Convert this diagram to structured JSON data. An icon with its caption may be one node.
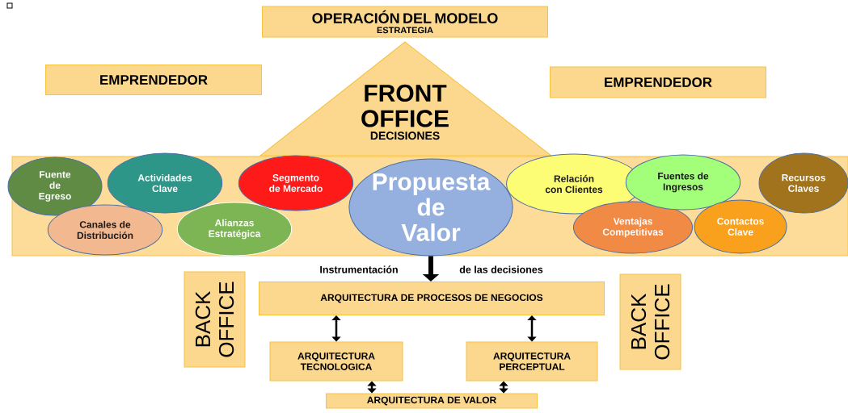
{
  "diagram": {
    "nodes": [
      {
        "text": [
          "OPERACIÓN DEL MODELO",
          "ESTRATEGIA"
        ]
      },
      {
        "text": [
          "EMPRENDEDOR"
        ]
      },
      {
        "text": [
          "EMPRENDEDOR"
        ]
      },
      {
        "text": [
          "FRONT OFFICE",
          "DECISIONES"
        ]
      },
      {
        "text": [],
        "shape": "box"
      },
      {
        "text": [
          "Fuente de Egreso"
        ],
        "in": 4
      },
      {
        "text": [
          "Canales de Distribución"
        ],
        "in": 4
      },
      {
        "text": [
          "Actividades Clave"
        ],
        "in": 4
      },
      {
        "text": [
          "Alianzas Estratégica"
        ],
        "in": 4
      },
      {
        "text": [
          "Segmento de Mercado"
        ],
        "in": 4
      },
      {
        "text": [
          "Propuesta de Valor"
        ],
        "in": 4
      },
      {
        "text": [
          "Relación con Clientes"
        ],
        "in": 4
      },
      {
        "text": [
          "Ventajas Competitivas"
        ],
        "in": 4
      },
      {
        "text": [
          "Fuentes de Ingresos"
        ],
        "in": 4
      },
      {
        "text": [
          "Contactos Clave"
        ],
        "in": 4
      },
      {
        "text": [
          "Recursos Claves"
        ],
        "in": 4
      },
      {
        "text": [
          "BACK OFFICE"
        ]
      },
      {
        "text": [
          "ARQUITECTURA DE PROCESOS DE NEGOCIOS"
        ]
      },
      {
        "text": [
          "BACK OFFICE"
        ]
      },
      {
        "text": [
          "ARQUITECTURA TECNOLOGICA"
        ]
      },
      {
        "text": [
          "ARQUITECTURA PERCEPTUAL"
        ]
      },
      {
        "text": [
          "ARQUITECTURA  DE VALOR"
        ]
      }
    ],
    "edges": [
      {
        "from": 10,
        "to": 17,
        "arrow": "to",
        "style": "thick"
      },
      {
        "from": 17,
        "to": 19,
        "arrow": "both"
      },
      {
        "from": 17,
        "to": 20,
        "arrow": "both"
      },
      {
        "from": 19,
        "to": 21,
        "arrow": "both"
      },
      {
        "from": 20,
        "to": 21,
        "arrow": "both"
      }
    ],
    "labels": [
      "Instrumentación",
      "de las decisiones"
    ]
  }
}
